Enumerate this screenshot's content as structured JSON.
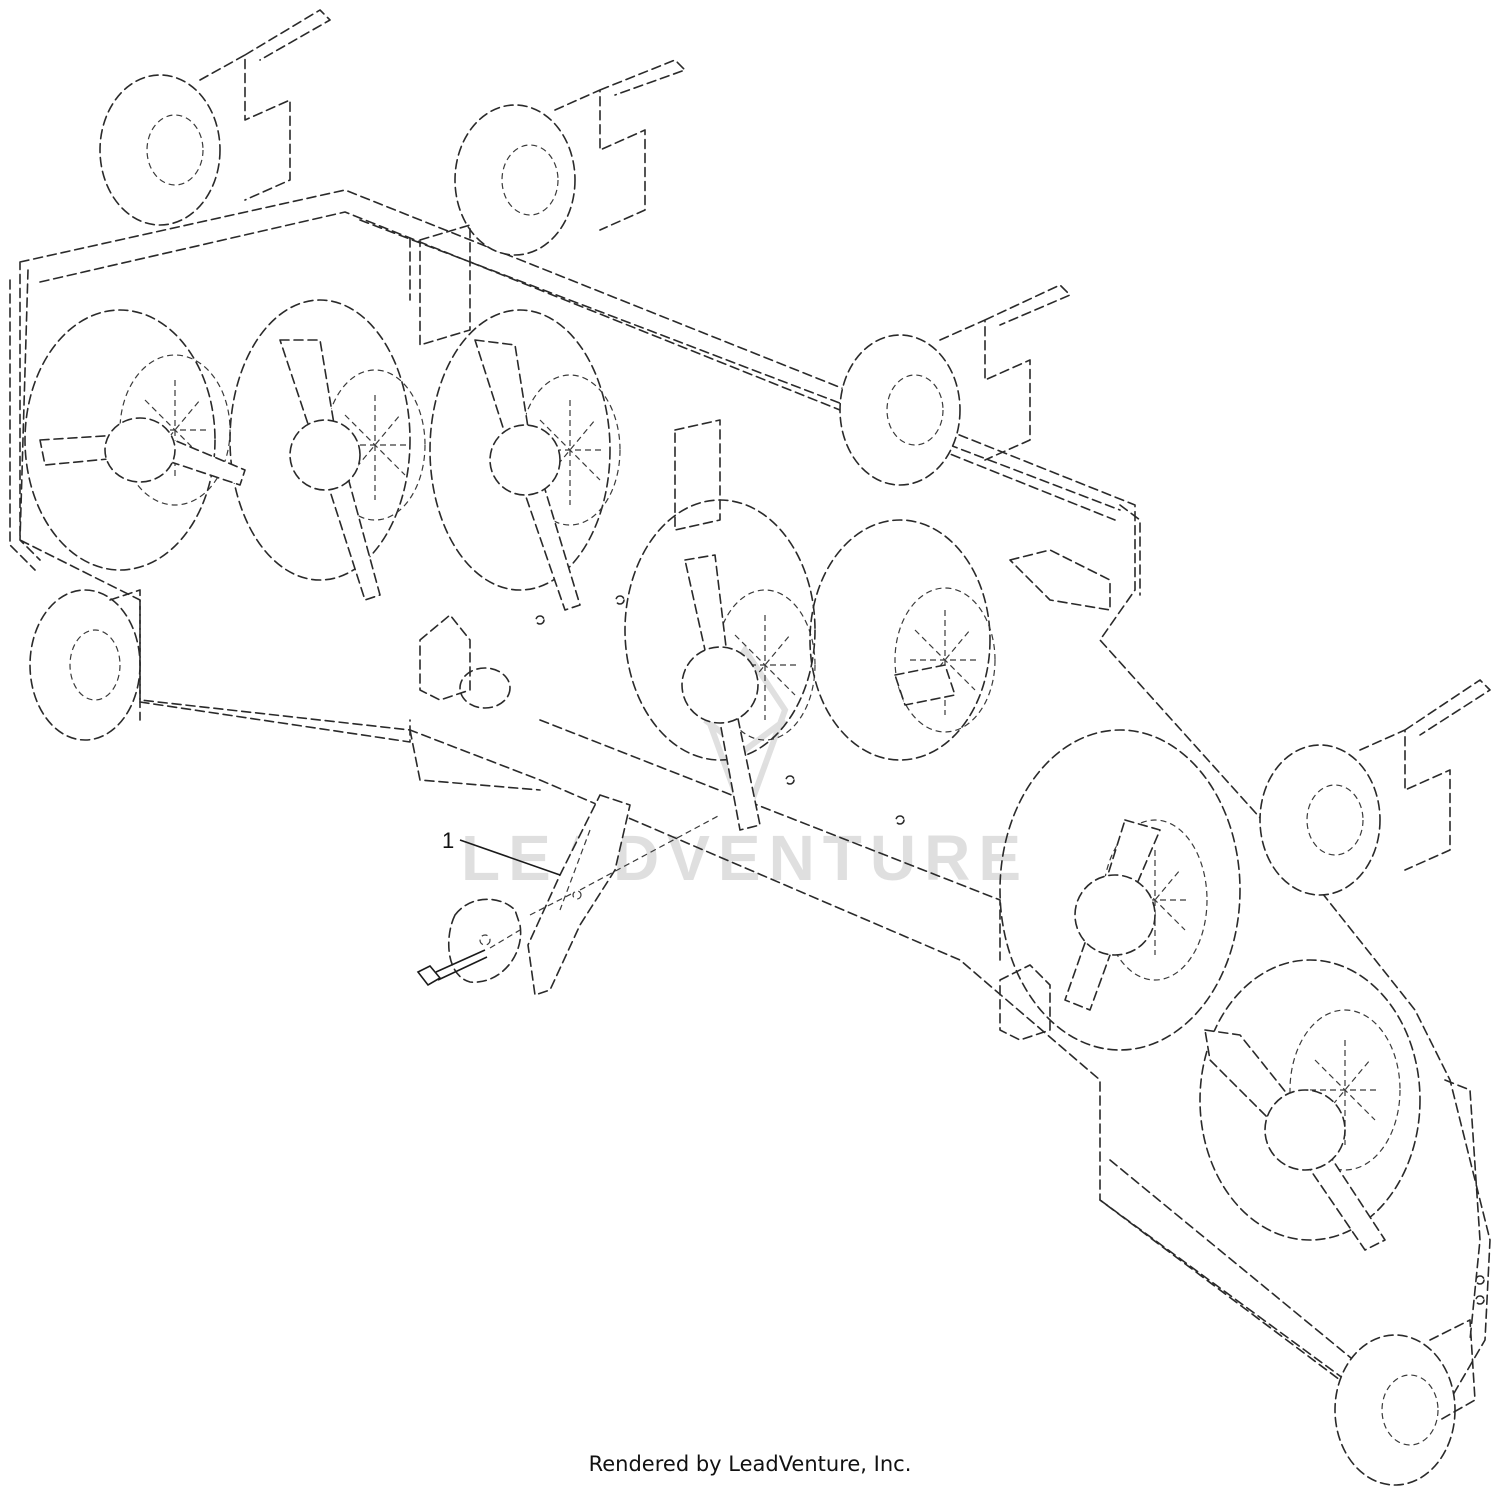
{
  "diagram": {
    "callout_number": "1",
    "watermark": "LEADVENTURE",
    "line_color": "#2a2a2a",
    "background": "#ffffff"
  },
  "footer": {
    "text": "Rendered by LeadVenture, Inc."
  }
}
